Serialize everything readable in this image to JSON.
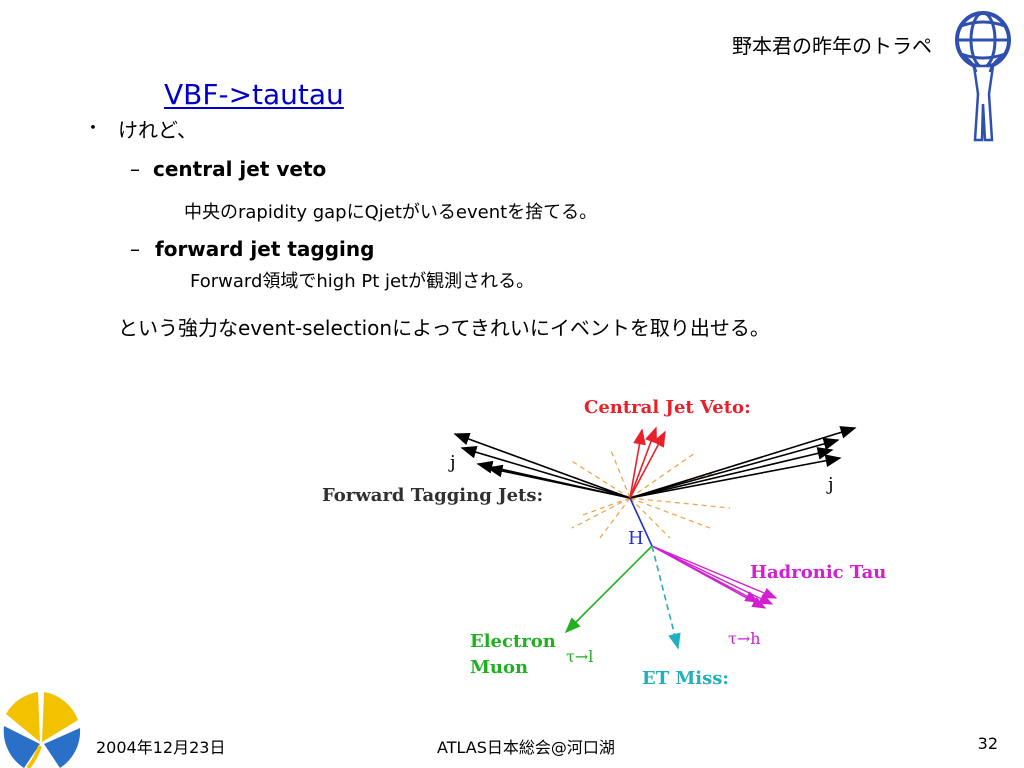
{
  "header": {
    "corner_note": "野本君の昨年のトラペ",
    "title": "VBF->tautau"
  },
  "body": {
    "bullet_marker": "・",
    "bullet1": "けれど、",
    "dash": "–",
    "sub1": "central jet veto",
    "desc1": "中央のrapidity gapにQjetがいるeventを捨てる。",
    "sub2": "forward jet tagging",
    "desc2": "Forward領域でhigh Pt jetが観測される。",
    "conclusion": "という強力なevent-selectionによってきれいにイベントを取り出せる。"
  },
  "diagram": {
    "central_veto": "Central Jet Veto:",
    "forward_tagging": "Forward Tagging Jets:",
    "jet_left": "j",
    "jet_right": "j",
    "higgs": "H",
    "hadronic_tau": "Hadronic Tau",
    "tau_h": "τ→h",
    "electron": "Electron",
    "muon": "Muon",
    "tau_l": "τ→l",
    "et_miss": "ET Miss:",
    "colors": {
      "veto": "#e8202a",
      "hadronic": "#d020d0",
      "lepton": "#20b020",
      "missing": "#20b0c0",
      "higgs": "#2030d0",
      "dashes": "#f0a040"
    }
  },
  "footer": {
    "date": "2004年12月23日",
    "event": "ATLAS日本総会@河口湖",
    "page": "32"
  }
}
